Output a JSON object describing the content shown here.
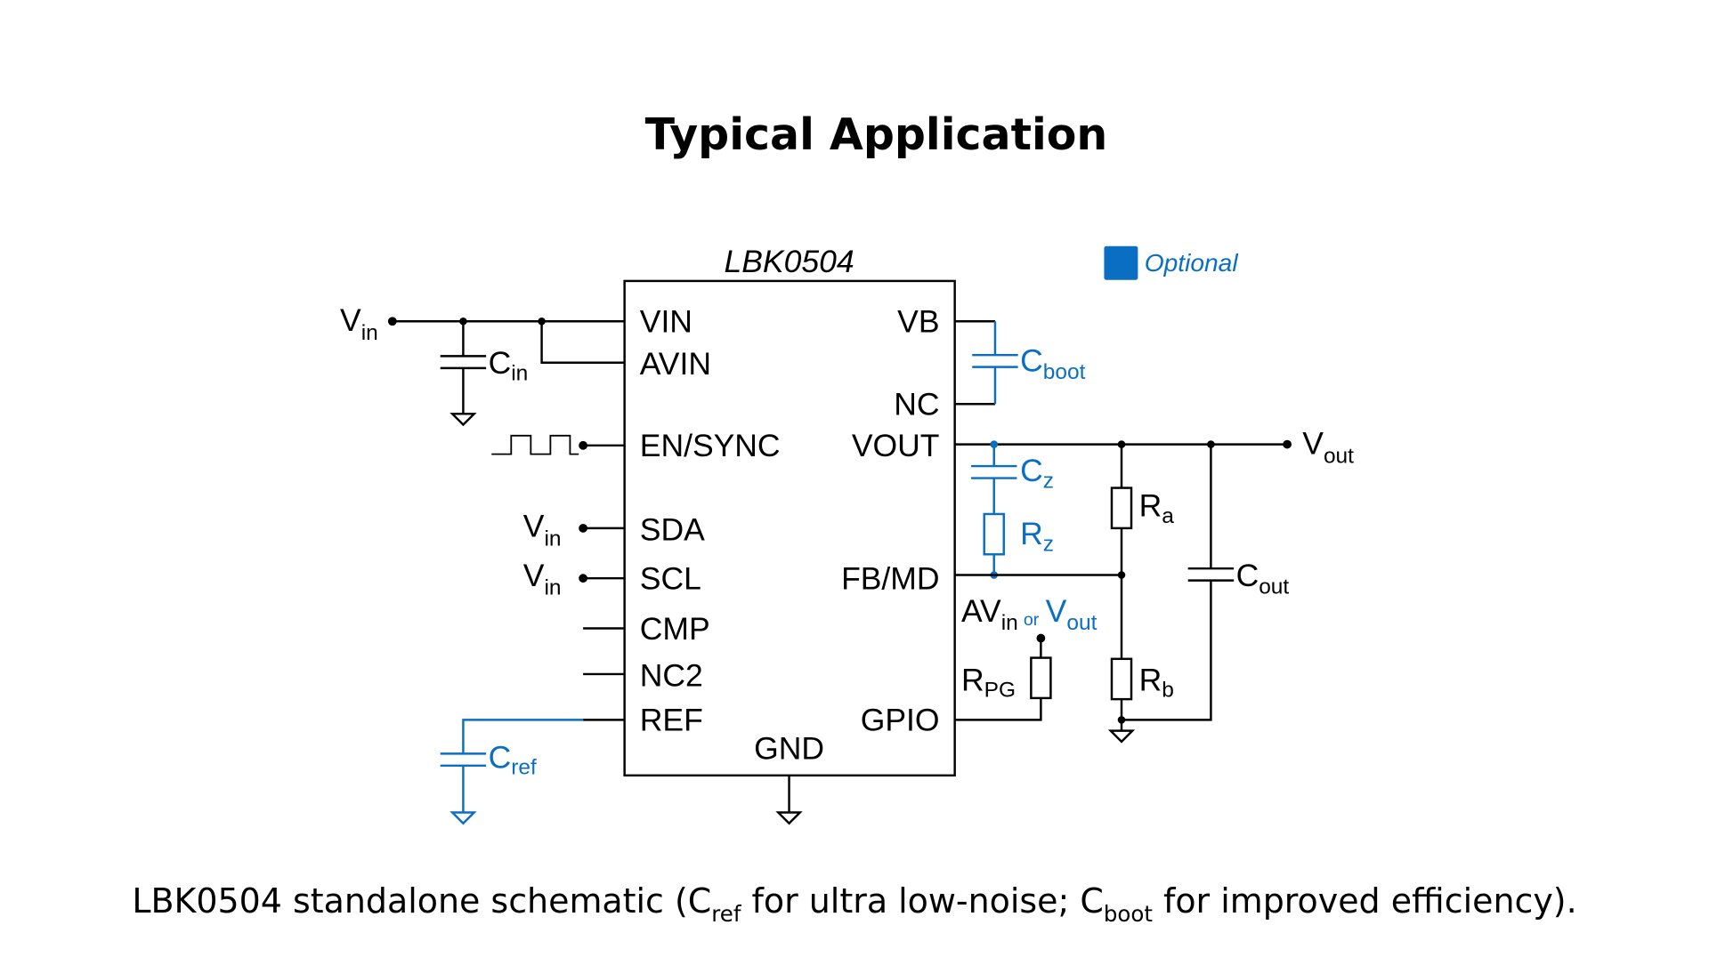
{
  "title": "Typical Application",
  "chip": {
    "name": "LBK0504",
    "left_pins": [
      "VIN",
      "AVIN",
      "EN/SYNC",
      "SDA",
      "SCL",
      "CMP",
      "NC2",
      "REF"
    ],
    "right_pins": [
      "VB",
      "NC",
      "VOUT",
      "FB/MD",
      "GPIO"
    ],
    "bottom_pin": "GND"
  },
  "legend": {
    "label": "Optional",
    "color": "#0a6fc2"
  },
  "colors": {
    "wire": "#000000",
    "optional": "#0a6fc2"
  },
  "labels": {
    "vin": {
      "main": "V",
      "sub": "in"
    },
    "vout": {
      "main": "V",
      "sub": "out"
    },
    "cin": {
      "main": "C",
      "sub": "in"
    },
    "cboot": {
      "main": "C",
      "sub": "boot"
    },
    "cz": {
      "main": "C",
      "sub": "z"
    },
    "rz": {
      "main": "R",
      "sub": "z"
    },
    "ra": {
      "main": "R",
      "sub": "a"
    },
    "rb": {
      "main": "R",
      "sub": "b"
    },
    "cout": {
      "main": "C",
      "sub": "out"
    },
    "cref": {
      "main": "C",
      "sub": "ref"
    },
    "rpg": {
      "main": "R",
      "sub": "PG"
    },
    "pullup": {
      "av": "AV",
      "av_sub": "in",
      "or": "or",
      "v": "V",
      "v_sub": "out"
    }
  },
  "caption": {
    "part1": "LBK0504 standalone schematic (C",
    "sub1": "ref",
    "part2": " for ultra low-noise; C",
    "sub2": "boot",
    "part3": " for improved efficiency)."
  }
}
